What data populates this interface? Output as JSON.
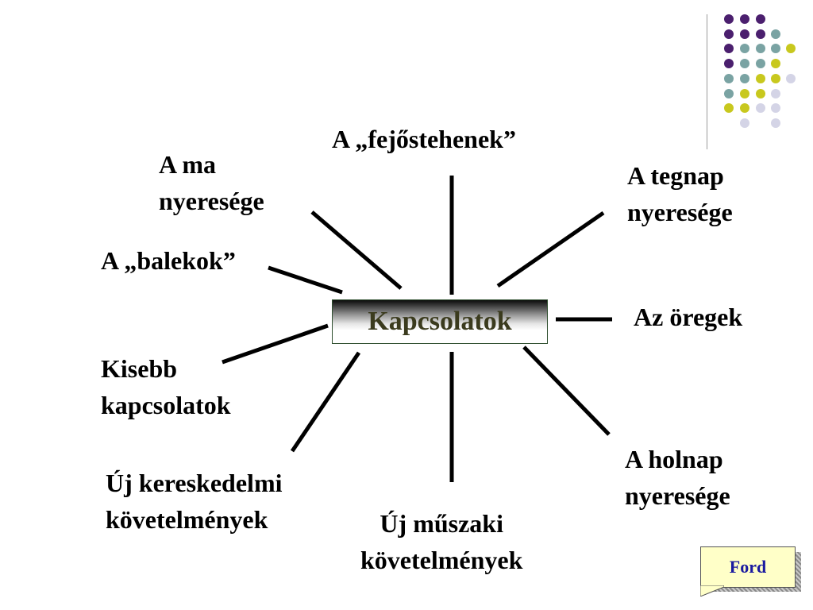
{
  "diagram": {
    "center": "Kapcsolatok",
    "labels": {
      "fejostehenek": "A „fejőstehenek”",
      "ma_nyeresege": "A ma\nnyeresége",
      "tegnap_nyeresege": "A tegnap\nnyeresége",
      "balekok": "A „balekok”",
      "oregek": "Az öregek",
      "kisebb_kapcsolatok": "Kisebb\nkapcsolatok",
      "holnap_nyeresege": "A holnap\nnyeresége",
      "uj_kereskedelmi": "Új kereskedelmi\nkövetelmények",
      "uj_muszaki": "Új műszaki\nkövetelmények"
    }
  },
  "navigation": {
    "ford_label": "Ford"
  },
  "colors": {
    "dot_purple": "#4b1f6e",
    "dot_teal": "#7aa3a3",
    "dot_yellow": "#c8c81e",
    "dot_lavender": "#d4d4e6",
    "center_text": "#3b3b1e",
    "ford_text": "#1a1aa0",
    "ford_bg": "#ffffc8"
  }
}
